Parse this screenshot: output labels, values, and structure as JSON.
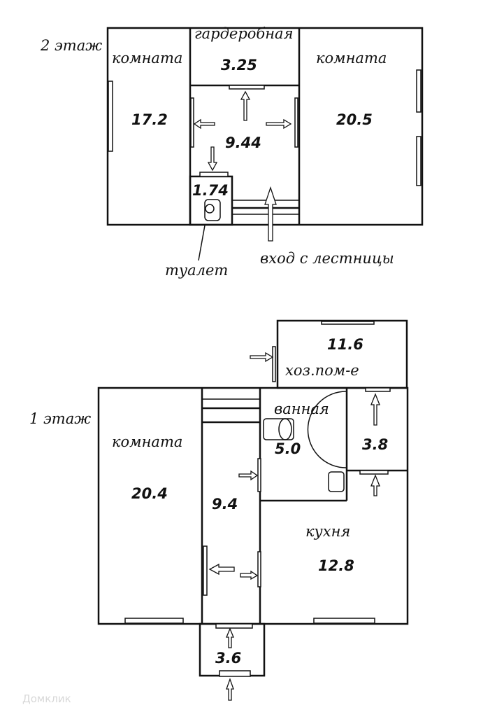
{
  "floor2": {
    "label": "2 этаж",
    "rooms": [
      {
        "name": "комната",
        "area": "17.2"
      },
      {
        "name": "гардеробная",
        "area": "3.25"
      },
      {
        "name": "комната",
        "area": "20.5"
      },
      {
        "name": "",
        "area": "9.44"
      },
      {
        "name": "туалет",
        "area": "1.74"
      }
    ],
    "entrance_note": "вход с лестницы"
  },
  "floor1": {
    "label": "1 этаж",
    "rooms": [
      {
        "name": "хоз.пом-е",
        "area": "11.6"
      },
      {
        "name": "комната",
        "area": "20.4"
      },
      {
        "name": "",
        "area": "9.4"
      },
      {
        "name": "ванная",
        "area": "5.0"
      },
      {
        "name": "",
        "area": "3.8"
      },
      {
        "name": "кухня",
        "area": "12.8"
      },
      {
        "name": "",
        "area": "3.6"
      }
    ]
  },
  "watermark": "Домклик"
}
